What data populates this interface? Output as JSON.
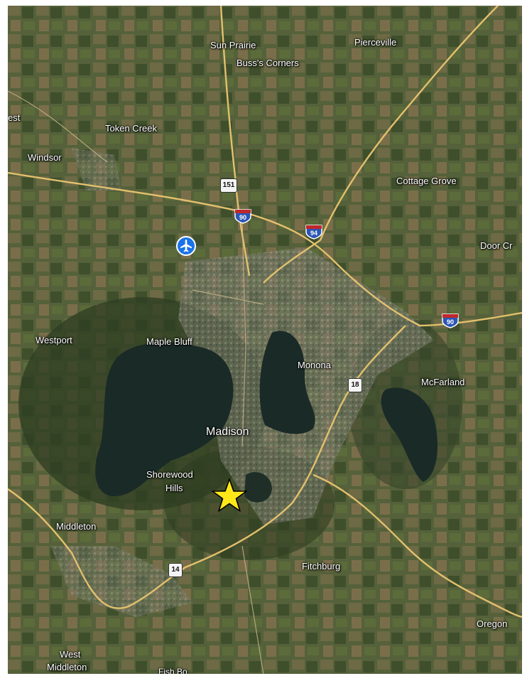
{
  "map": {
    "labels": {
      "sun_prairie": "Sun Prairie",
      "buss_corners": "Buss's Corners",
      "pierceville": "Pierceville",
      "westport_edge": "est",
      "token_creek": "Token Creek",
      "windsor": "Windsor",
      "cottage_grove": "Cottage Grove",
      "door_creek": "Door Cr",
      "westport": "Westport",
      "maple_bluff": "Maple Bluff",
      "monona": "Monona",
      "mcfarland": "McFarland",
      "madison": "Madison",
      "shorewood_line1": "Shorewood",
      "shorewood_line2": "Hills",
      "middleton": "Middleton",
      "fitchburg": "Fitchburg",
      "oregon": "Oregon",
      "west_middleton_line1": "West",
      "west_middleton_line2": "Middleton",
      "fish_bottom_partial": "Fish Bo..."
    },
    "shields": {
      "us151": "151",
      "i90_north": "90",
      "i94": "94",
      "i90_east": "90",
      "us18": "18",
      "us14": "14"
    },
    "markers": {
      "airport_icon": "airplane-icon",
      "location_star": "star-icon",
      "star_color": "#ffe81a"
    },
    "colors": {
      "water": "#1a2a27",
      "terrain": "#4d5a34",
      "road": "#e3c06d"
    }
  }
}
